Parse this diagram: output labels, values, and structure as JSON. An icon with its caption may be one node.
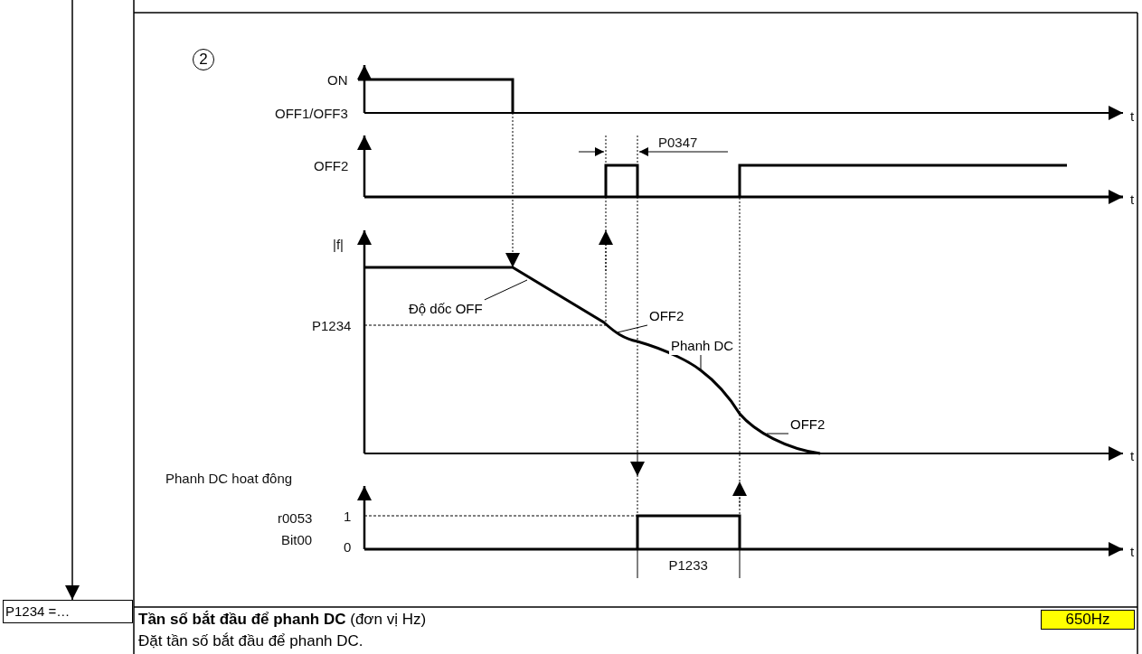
{
  "diagram": {
    "nodes": [
      {
        "text": [
          "P1234 =…"
        ]
      },
      {
        "text": [
          "**Tần số bắt đầu để phanh DC** (đơn vị Hz)",
          "Đặt tần số bắt đầu để phanh DC."
        ]
      },
      {
        "text": [
          "650Hz"
        ],
        "in": 1
      },
      {
        "text": [
          "2"
        ]
      },
      {
        "text": [
          "Độ dốc OFF"
        ]
      },
      {
        "text": [
          "OFF2"
        ]
      },
      {
        "text": [
          "Phanh DC"
        ]
      },
      {
        "text": [
          "OFF2"
        ]
      }
    ],
    "edges": [
      {
        "from": null,
        "to": 0,
        "arrow": "to"
      },
      {
        "from": 4,
        "to": null,
        "arrow": "none"
      },
      {
        "from": 5,
        "to": null,
        "arrow": "none"
      },
      {
        "from": 6,
        "to": null,
        "arrow": "none"
      },
      {
        "from": 7,
        "to": null,
        "arrow": "none"
      }
    ],
    "labels": [
      "ON",
      "OFF1/OFF3",
      "t",
      "OFF2",
      "P0347",
      "t",
      "|f|",
      "P1234",
      "t",
      "Phanh DC hoat đông",
      "r0053",
      "1",
      "Bit00",
      "0",
      "t",
      "P1233"
    ]
  }
}
